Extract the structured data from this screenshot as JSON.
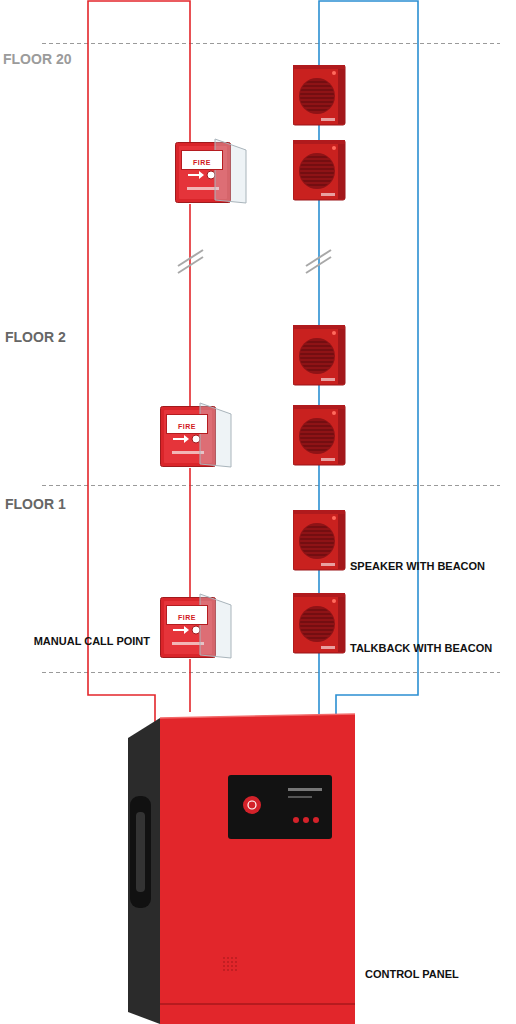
{
  "diagram": {
    "nodes": [
      {
        "text": [
          "FIRE"
        ]
      },
      {
        "text": [
          "FIRE"
        ]
      },
      {
        "text": [
          "FIRE",
          "MANUAL CALL POINT"
        ]
      },
      {
        "text": [
          "CONTROL PANEL"
        ]
      }
    ],
    "edges": [
      {
        "from": 3,
        "to": 2,
        "arrow": "none"
      },
      {
        "from": 2,
        "to": 1,
        "arrow": "none"
      },
      {
        "from": 1,
        "to": 0,
        "arrow": "none"
      },
      {
        "from": 0,
        "to": 3,
        "arrow": "none"
      }
    ],
    "labels": [
      "FLOOR 20",
      "FLOOR 2",
      "FLOOR 1",
      "SPEAKER WITH BEACON",
      "TALKBACK WITH BEACON"
    ]
  }
}
